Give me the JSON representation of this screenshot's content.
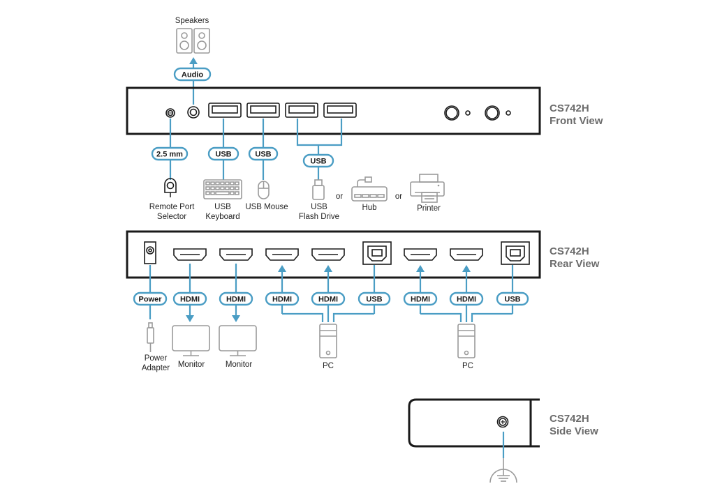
{
  "front": {
    "model": "CS742H",
    "view": "Front View",
    "labels": {
      "speakers": "Speakers",
      "audio": "Audio",
      "remote_cable": "2.5 mm",
      "usb1": "USB",
      "usb2": "USB",
      "usb3": "USB",
      "remote_line1": "Remote Port",
      "remote_line2": "Selector",
      "keyboard_line1": "USB",
      "keyboard_line2": "Keyboard",
      "mouse": "USB Mouse",
      "flash_line1": "USB",
      "flash_line2": "Flash Drive",
      "or1": "or",
      "hub": "Hub",
      "or2": "or",
      "printer": "Printer"
    }
  },
  "rear": {
    "model": "CS742H",
    "view": "Rear View",
    "cables": [
      "Power",
      "HDMI",
      "HDMI",
      "HDMI",
      "HDMI",
      "USB",
      "HDMI",
      "HDMI",
      "USB"
    ],
    "labels": {
      "power_line1": "Power",
      "power_line2": "Adapter",
      "monitor1": "Monitor",
      "monitor2": "Monitor",
      "pc1": "PC",
      "pc2": "PC"
    }
  },
  "side": {
    "model": "CS742H",
    "view": "Side View"
  },
  "colors": {
    "cable": "#4a9dc4",
    "device_outline": "#1a1a1a",
    "peripheral_icon": "#9a9a9a",
    "title": "#6b6b6b"
  }
}
